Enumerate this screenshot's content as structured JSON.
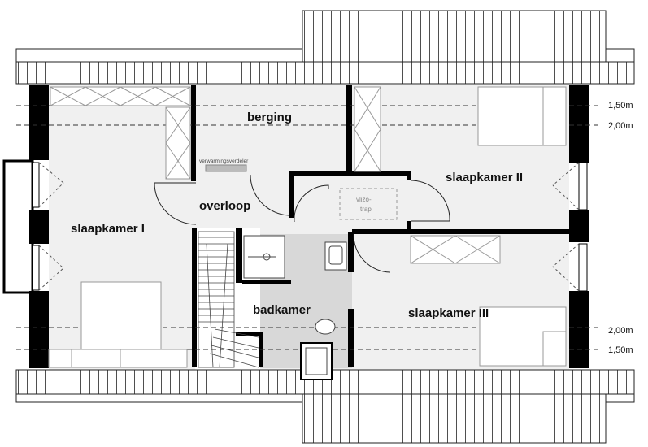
{
  "rooms": {
    "berging": "berging",
    "slaapkamer_1": "slaapkamer I",
    "slaapkamer_2": "slaapkamer II",
    "slaapkamer_3": "slaapkamer III",
    "overloop": "overloop",
    "badkamer": "badkamer"
  },
  "labels": {
    "verwarmingsverdeler": "verwarmingsverdeler",
    "vlizotrap_line1": "vlizo-",
    "vlizotrap_line2": "trap"
  },
  "dimensions": {
    "top_150": "1,50m",
    "top_200": "2,00m",
    "bottom_200": "2,00m",
    "bottom_150": "1,50m"
  },
  "colors": {
    "wall": "#000000",
    "floor": "#efefef",
    "bath_floor": "#d9d9d9",
    "line": "#444444"
  }
}
